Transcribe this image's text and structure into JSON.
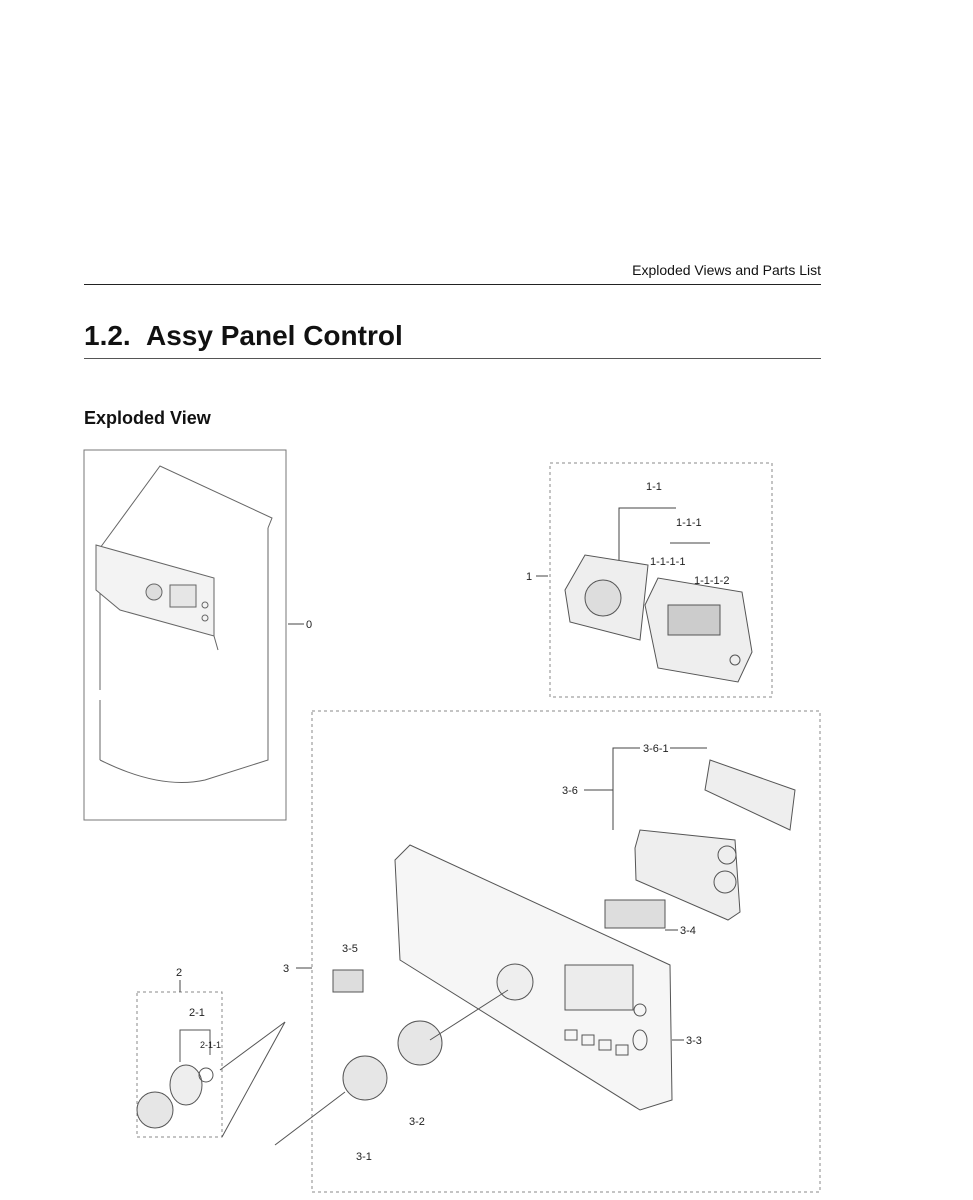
{
  "header": {
    "section_title": "Exploded Views and Parts List"
  },
  "heading": {
    "number": "1.2.",
    "title": "Assy Panel Control"
  },
  "subheading": "Exploded View",
  "callouts": {
    "c0": "0",
    "c1": "1",
    "c1_1": "1-1",
    "c1_1_1": "1-1-1",
    "c1_1_1_1": "1-1-1-1",
    "c1_1_1_2": "1-1-1-2",
    "c2": "2",
    "c2_1": "2-1",
    "c2_1_1": "2-1-1",
    "c3": "3",
    "c3_1": "3-1",
    "c3_2": "3-2",
    "c3_3": "3-3",
    "c3_4": "3-4",
    "c3_5": "3-5",
    "c3_6": "3-6",
    "c3_6_1": "3-6-1"
  }
}
